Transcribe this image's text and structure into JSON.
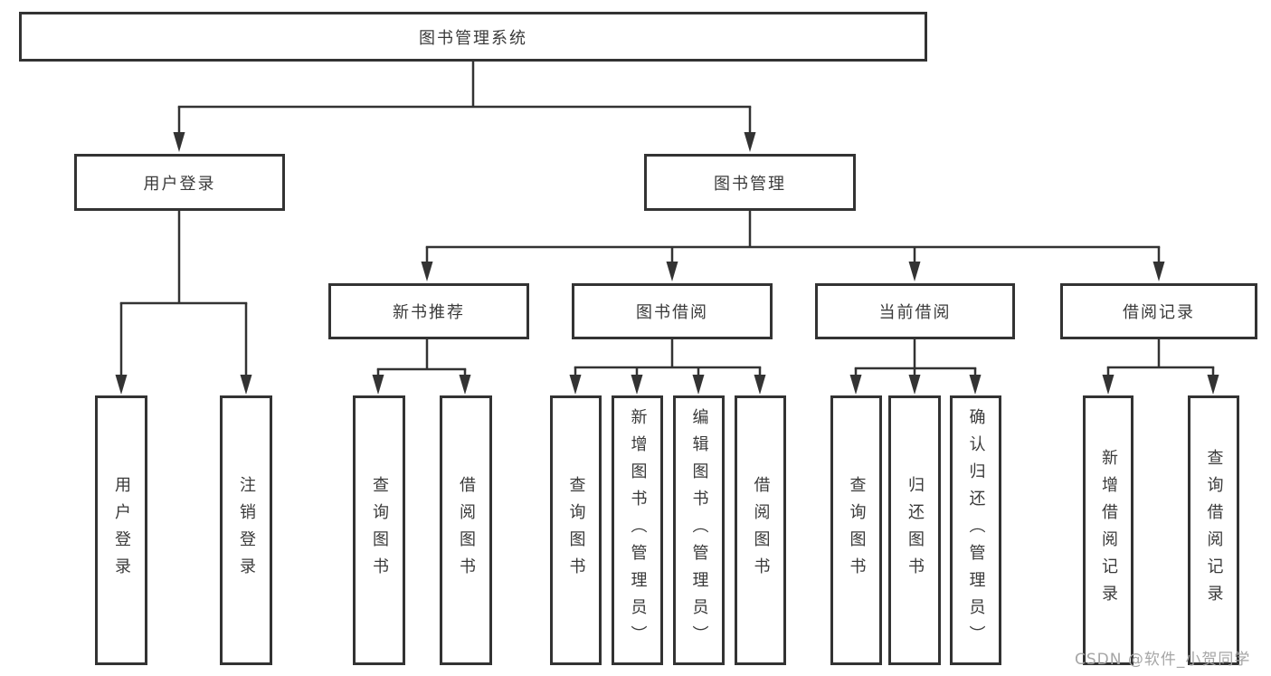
{
  "diagram": {
    "title": "图书管理系统",
    "level2": {
      "user_login": "用户登录",
      "book_mgmt": "图书管理"
    },
    "level3": {
      "new_book_rec": "新书推荐",
      "book_borrow": "图书借阅",
      "current_borrow": "当前借阅",
      "borrow_record": "借阅记录"
    },
    "leaves": {
      "user_login": "用户登录",
      "logout": "注销登录",
      "query_book_a": "查询图书",
      "borrow_book_a": "借阅图书",
      "query_book_b": "查询图书",
      "add_book_admin": "新增图书（管理员）",
      "edit_book_admin": "编辑图书（管理员）",
      "borrow_book_b": "借阅图书",
      "query_book_c": "查询图书",
      "return_book": "归还图书",
      "confirm_return_admin": "确认归还（管理员）",
      "add_borrow_record": "新增借阅记录",
      "query_borrow_record": "查询借阅记录"
    }
  },
  "watermark": "CSDN @软件_小贺同学",
  "colors": {
    "line": "#333333",
    "box_border": "#333333",
    "text": "#3a3a3a",
    "watermark": "#a6a6a6",
    "background": "#ffffff"
  }
}
